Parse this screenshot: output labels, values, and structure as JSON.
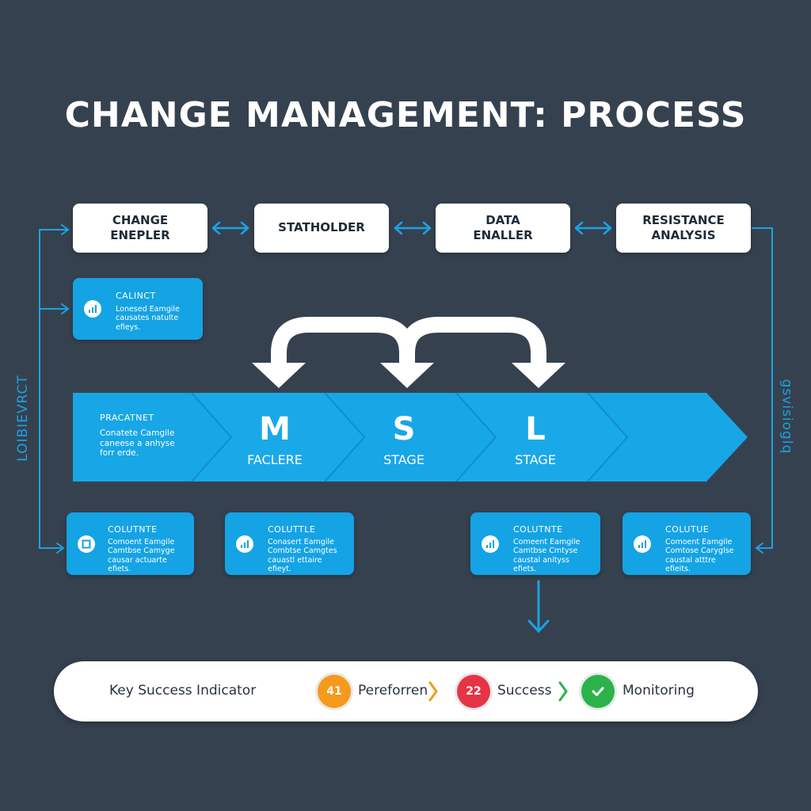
{
  "title": "CHANGE MANAGEMENT: PROCESS",
  "top_boxes": [
    {
      "label": "CHANGE\nENEPLER"
    },
    {
      "label": "STATHOLDER"
    },
    {
      "label": "DATA\nENALLER"
    },
    {
      "label": "RESISTANCE\nANALYSIS"
    }
  ],
  "side_labels": {
    "left": "LOIBIEVRCT",
    "right": "gsvisioglq"
  },
  "upper_card": {
    "heading": "CALINCT",
    "body": "Lonesed Eamgile\ncausates natulte\nefieys."
  },
  "chevrons": [
    {
      "heading": "PRACATNET",
      "body": "Conatete Camgile\ncaneese a anhyse\nforr erde."
    },
    {
      "letter": "M",
      "stage": "FACLERE"
    },
    {
      "letter": "S",
      "stage": "STAGE"
    },
    {
      "letter": "L",
      "stage": "STAGE"
    }
  ],
  "bottom_cards": [
    {
      "heading": "COLUTNTE",
      "body": "Comoent Eamgile\nCamtbse Camyge\ncausar actuarte\nefiets.",
      "icon": "square-icon"
    },
    {
      "heading": "COLUTTLE",
      "body": "Conasert Eamgile\nCombtse Camgtes\ncauastl ettaire\nefieyt.",
      "icon": "bar-chart-icon"
    },
    {
      "heading": "COLUTNTE",
      "body": "Comeent Eamgile\nCamtbse Cmtyse\ncaustal anityss\nefiets.",
      "icon": "bar-chart-icon"
    },
    {
      "heading": "COLUTUE",
      "body": "Comoent Eamgile\nComtose Caryglse\ncaustal atttre\nefieits.",
      "icon": "bar-chart-icon"
    }
  ],
  "indicator": {
    "label": "Key Success Indicator",
    "steps": [
      {
        "value": "41",
        "label": "Pereforren",
        "color": "#f59a1b"
      },
      {
        "value": "22",
        "label": "Success",
        "color": "#e63446"
      },
      {
        "value": "",
        "label": "Monitoring",
        "color": "#2bb34a",
        "icon": "check-icon"
      }
    ]
  },
  "colors": {
    "background": "#36414f",
    "accent": "#14a3e4",
    "chevron": "#17a6e6"
  }
}
